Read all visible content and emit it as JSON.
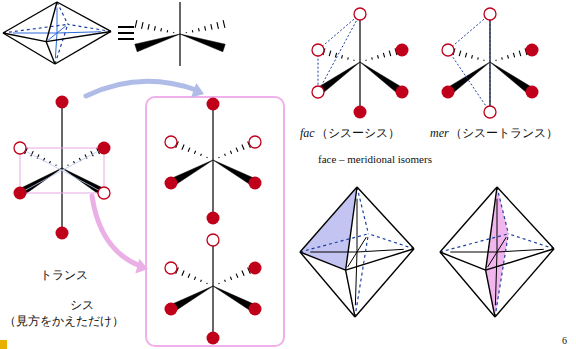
{
  "diagram": {
    "labels": [
      "トランス",
      "シス",
      "（見方をかえただけ）",
      "fac",
      "（シスーシス）",
      "mer",
      "（シスートランス）",
      "face – meridional isomers",
      "6"
    ]
  }
}
